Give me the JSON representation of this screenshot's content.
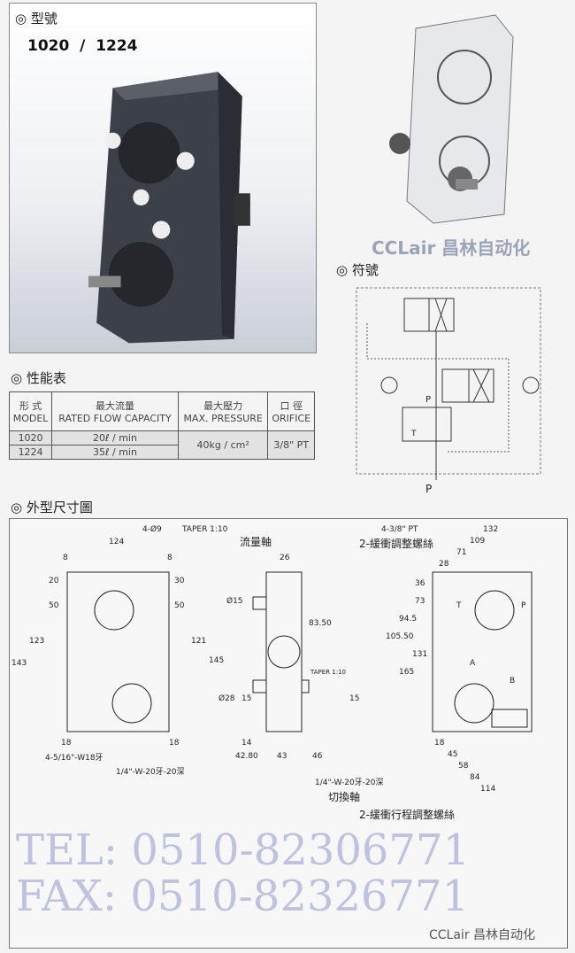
{
  "model_section": {
    "title": "◎ 型號",
    "models": "1020  /  1224"
  },
  "watermark_logo": "CCLair 昌林自动化",
  "symbol_section": {
    "title": "◎ 符號",
    "port_p_inner": "P",
    "port_p_outer": "P",
    "port_t": "T"
  },
  "performance": {
    "title": "◎ 性能表",
    "headers": [
      [
        "形 式",
        "MODEL"
      ],
      [
        "最大流量",
        "RATED FLOW CAPACITY"
      ],
      [
        "最大壓力",
        "MAX. PRESSURE"
      ],
      [
        "口 徑",
        "ORIFICE"
      ]
    ],
    "rows": [
      {
        "model": "1020",
        "flow": "20ℓ / min"
      },
      {
        "model": "1224",
        "flow": "35ℓ / min"
      }
    ],
    "pressure": "40kg / cm²",
    "orifice": "3/8\"  PT"
  },
  "dimension_section": {
    "title": "◎ 外型尺寸圖",
    "labels": {
      "d124": "124",
      "d8a": "8",
      "d8b": "8",
      "d4phi9": "4-Ø9",
      "d20": "20",
      "d50a": "50",
      "d30": "30",
      "d50b": "50",
      "d143": "143",
      "d123": "123",
      "d121": "121",
      "d145": "145",
      "d18a": "18",
      "d18b": "18",
      "thread1": "4-5/16\"-W18牙",
      "thread2": "1/4\"-W-20牙-20深",
      "taper1": "TAPER 1:10",
      "flow_shaft": "流量軸",
      "d26": "26",
      "d8350": "83.50",
      "dphi15": "Ø15",
      "dphi28": "Ø28",
      "d15a": "15",
      "d14": "14",
      "d4280": "42.80",
      "d43": "43",
      "d46": "46",
      "taper2": "TAPER 1:10",
      "d15b": "15",
      "thread3": "1/4\"-W-20牙-20深",
      "switch_shaft": "切換軸",
      "pt": "4-3/8\" PT",
      "adj1": "2-緩衝調整螺絲",
      "d132": "132",
      "d109": "109",
      "d71": "71",
      "d28": "28",
      "d36": "36",
      "d73": "73",
      "d945": "94.5",
      "d10550": "105.50",
      "d131": "131",
      "d165": "165",
      "portT": "T",
      "portP": "P",
      "portA": "A",
      "portB": "B",
      "d18c": "18",
      "d45": "45",
      "d58": "58",
      "d84": "84",
      "d114": "114",
      "adj2": "2-緩衝行程調整螺絲"
    }
  },
  "contact": {
    "tel": "TEL: 0510-82306771",
    "fax": "FAX: 0510-82326771"
  },
  "footer_brand": "CCLair 昌林自动化"
}
